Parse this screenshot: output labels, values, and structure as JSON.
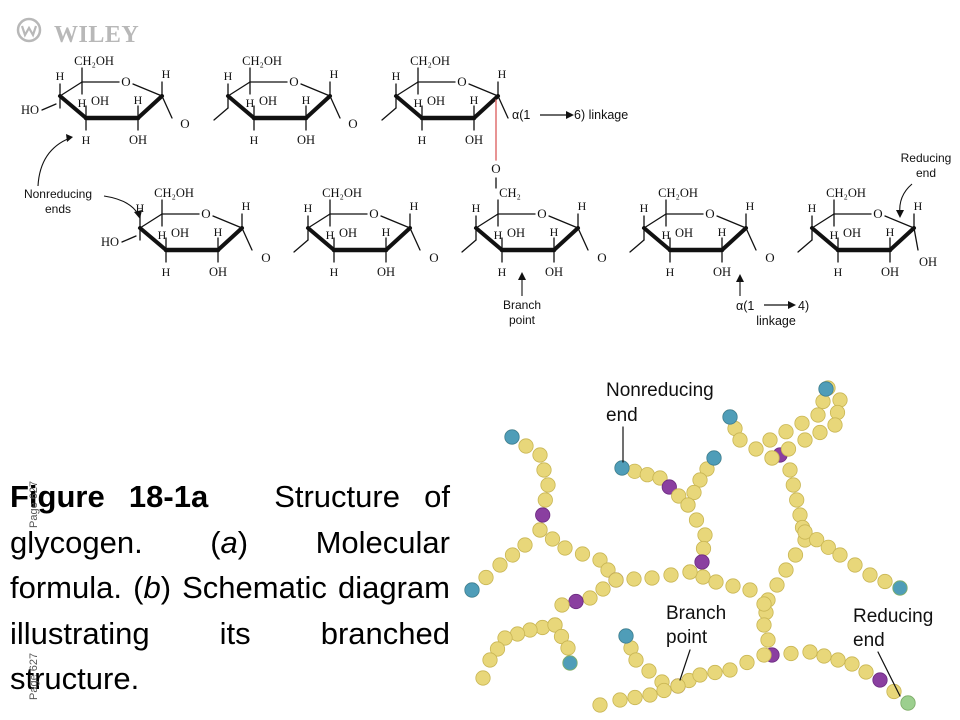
{
  "slide": {
    "publisher": "WILEY",
    "caption": {
      "figure_number": "Figure 18-1a",
      "title_word": "Structure",
      "line1_part": "of glycogen. (",
      "a": "a",
      "line1_end": ") Molecular",
      "line2_start": "formula. (",
      "b": "b",
      "line2_end": ") Schematic",
      "line3": "diagram illustrating its",
      "line4": "branched structure."
    },
    "page_ref_1": "Page 627",
    "page_ref_2": "Page 627"
  },
  "molecular_formula": {
    "labels": {
      "ch2oh": "CH₂OH",
      "ch2": "CH₂",
      "o": "O",
      "h": "H",
      "oh": "OH",
      "ho": "HO",
      "alpha16": "α(1",
      "alpha16_end": "6) linkage",
      "alpha14": "α(1",
      "alpha14_end": "4)",
      "alpha14_word": "linkage",
      "nonreducing_1": "Nonreducing",
      "nonreducing_2": "ends",
      "reducing_1": "Reducing",
      "reducing_2": "end",
      "branch_1": "Branch",
      "branch_2": "point"
    }
  },
  "schematic": {
    "labels": {
      "nonreducing_1": "Nonreducing",
      "nonreducing_2": "end",
      "branch_1": "Branch",
      "branch_2": "point",
      "reducing_1": "Reducing",
      "reducing_2": "end"
    },
    "colors": {
      "residue": "#e8d77a",
      "residue_stroke": "#c9b654",
      "branch": "#8a3fa0",
      "nonreducing": "#4f9db8",
      "reducing": "#9ccf8e"
    }
  }
}
